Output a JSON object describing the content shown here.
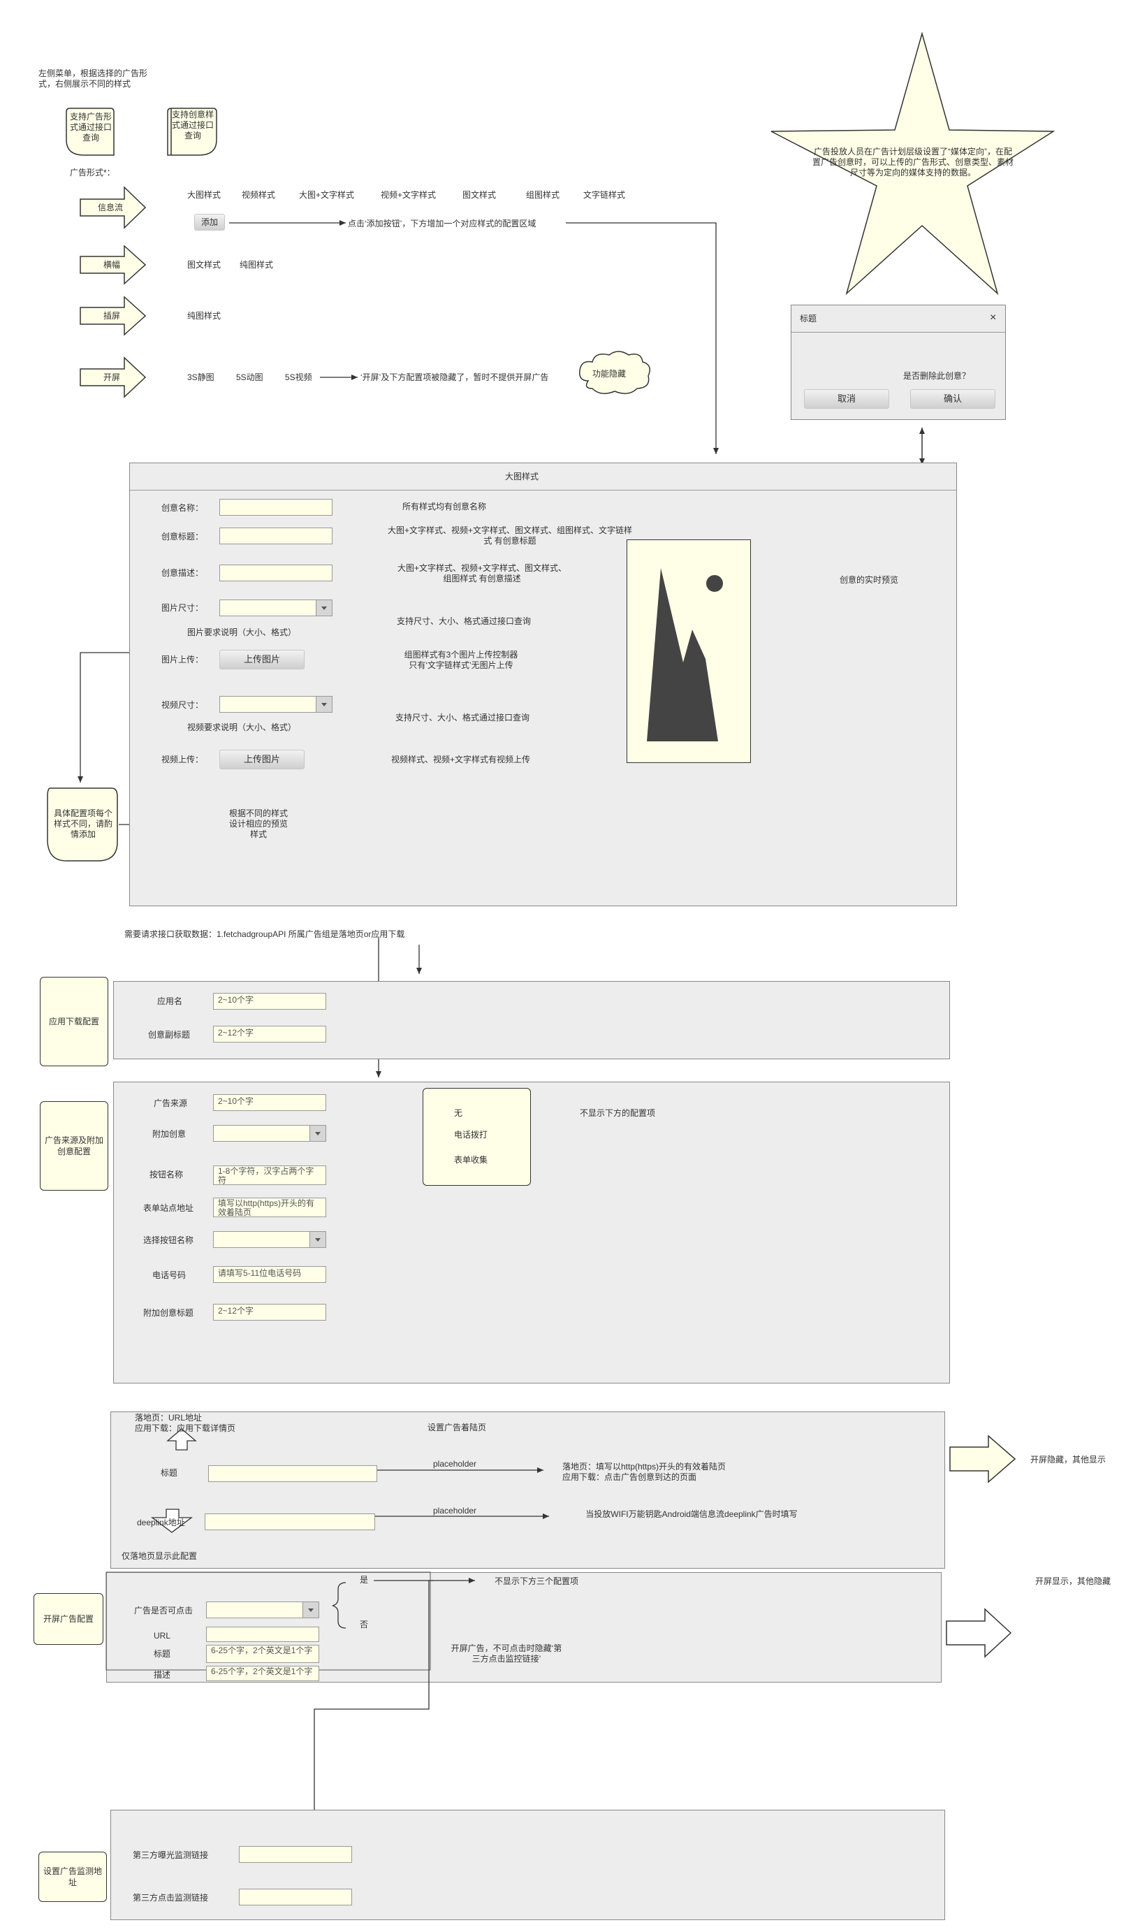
{
  "intro": "左侧菜单，根据选择的广告形式，右侧展示不同的样式",
  "note_support_ad": "支持广告形式通过接口查询",
  "note_support_creative": "支持创意样式通过接口查询",
  "ad_format_label": "广告形式*：",
  "menu": {
    "feed": "信息流",
    "banner": "横幅",
    "interstitial": "插屏",
    "splash": "开屏"
  },
  "feed_styles": [
    "大图样式",
    "视频样式",
    "大图+文字样式",
    "视频+文字样式",
    "图文样式",
    "组图样式",
    "文字链样式"
  ],
  "add_button": "添加",
  "add_note": "点击‘添加按钮’，下方增加一个对应样式的配置区域",
  "banner_styles": [
    "图文样式",
    "纯图样式"
  ],
  "interstitial_styles": [
    "纯图样式"
  ],
  "splash_styles": [
    "3S静图",
    "5S动图",
    "5S视频"
  ],
  "splash_note": "‘开屏’及下方配置项被隐藏了，暂时不提供开屏广告",
  "cloud_hidden": "功能隐藏",
  "star_text": "广告投放人员在广告计划层级设置了“媒体定向”，在配置广告创意时，可以上传的广告形式、创意类型、素材尺寸等为定向的媒体支持的数据。",
  "dialog": {
    "title": "标题",
    "close": "×",
    "message": "是否删除此创意？",
    "cancel": "取消",
    "confirm": "确认"
  },
  "big_panel": {
    "title": "大图样式",
    "name_label": "创意名称：",
    "name_note": "所有样式均有创意名称",
    "title_label": "创意标题：",
    "title_note": "大图+文字样式、视频+文字样式、图文样式、组图样式、文字链样式 有创意标题",
    "desc_label": "创意描述：",
    "desc_note": "大图+文字样式、视频+文字样式、图文样式、组图样式 有创意描述",
    "img_size_label": "图片尺寸：",
    "img_req": "图片要求说明（大小、格式）",
    "img_size_note": "支持尺寸、大小、格式通过接口查询",
    "img_upload_label": "图片上传：",
    "img_upload_btn": "上传图片",
    "img_upload_note": "组图样式有3个图片上传控制器\n只有‘文字链样式’无图片上传",
    "video_size_label": "视频尺寸：",
    "video_req": "视频要求说明（大小、格式）",
    "video_size_note": "支持尺寸、大小、格式通过接口查询",
    "video_upload_label": "视频上传：",
    "video_upload_btn": "上传图片",
    "video_upload_note": "视频样式、视频+文字样式有视频上传",
    "preview_note": "创意的实时预览",
    "bubble_left": "具体配置项每个样式不同，请酌情添加",
    "bubble_right": "根据不同的样式设计相应的预览样式"
  },
  "api_note": "需要请求接口获取数据：1.fetchadgroupAPI    所属广告组是落地页or应用下载",
  "app_dl": {
    "card": "应用下载配置",
    "app_name_label": "应用名",
    "app_name_val": "2~10个字",
    "sub_title_label": "创意副标题",
    "sub_title_val": "2~12个字"
  },
  "source": {
    "card": "广告来源及附加创意配置",
    "src_label": "广告来源",
    "src_val": "2~10个字",
    "extra_label": "附加创意",
    "opts": [
      "无",
      "电话拨打",
      "表单收集"
    ],
    "opt_none_note": "不显示下方的配置项",
    "btn_name_label": "按钮名称",
    "btn_name_val": "1-8个字符，汉字占两个字符",
    "form_url_label": "表单站点地址",
    "form_url_val": "填写以http(https)开头的有效着陆页",
    "sel_btn_label": "选择按钮名称",
    "phone_label": "电话号码",
    "phone_val": "请填写5-11位电话号码",
    "extra_title_label": "附加创意标题",
    "extra_title_val": "2~12个字"
  },
  "landing": {
    "top_note": "落地页：URL地址\n应用下载：应用下载详情页",
    "panel_title": "设置广告着陆页",
    "title_label": "标题",
    "title_link": "placeholder",
    "title_note": "落地页：填写以http(https)开头的有效着陆页\n应用下载：点击广告创意到达的页面",
    "deeplink_label": "deeplink地址",
    "deeplink_link": "placeholder",
    "deeplink_note": "当投放WIFI万能钥匙Android端信息流deeplink广告时填写",
    "bottom_note": "仅落地页显示此配置",
    "right_note": "开屏隐藏，其他显示"
  },
  "splash_cfg": {
    "card": "开屏广告配置",
    "right_note_top": "开屏显示，其他隐藏",
    "clickable_label": "广告是否可点击",
    "yes": "是",
    "no": "否",
    "yes_note": "不显示下方三个配置项",
    "url_label": "URL",
    "title_label": "标题",
    "title_val": "6-25个字，2个英文是1个字",
    "desc_label": "描述",
    "desc_val": "6-25个字，2个英文是1个字",
    "note": "开屏广告，不可点击时隐藏‘第三方点击监控链接’"
  },
  "monitor": {
    "card": "设置广告监测地址",
    "imp_label": "第三方曝光监测链接",
    "click_label": "第三方点击监测链接"
  }
}
